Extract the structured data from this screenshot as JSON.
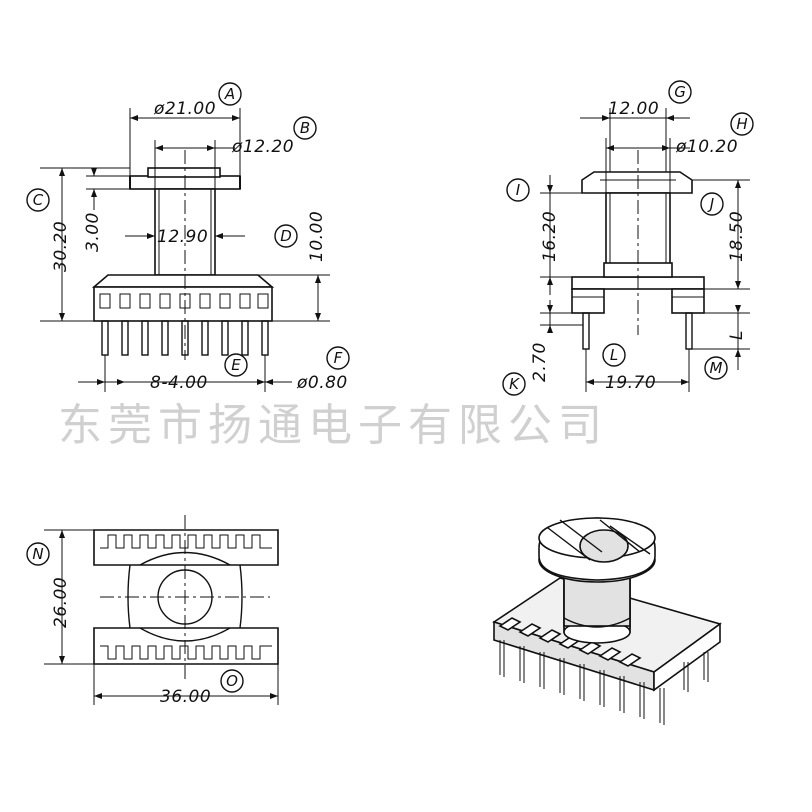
{
  "watermark": "东莞市扬通电子有限公司",
  "callouts": {
    "A": "A",
    "B": "B",
    "C": "C",
    "D": "D",
    "E": "E",
    "F": "F",
    "G": "G",
    "H": "H",
    "I": "I",
    "J": "J",
    "K": "K",
    "L": "L",
    "M": "M",
    "N": "N",
    "O": "O"
  },
  "front_view": {
    "flange_diameter": "ø21.00",
    "bore_diameter": "ø12.20",
    "total_height": "30.20",
    "flange_thickness": "3.00",
    "core_width": "12.90",
    "base_height": "10.00",
    "pin_pitch": "8-4.00",
    "pin_diameter": "ø0.80"
  },
  "side_view": {
    "top_width": "12.00",
    "bore_diameter": "ø10.20",
    "winding_height": "16.20",
    "height_to_base": "18.50",
    "pin_offset": "2.70",
    "pin_span": "19.70",
    "pin_length_label": "L"
  },
  "bottom_view": {
    "depth": "26.00",
    "width": "36.00"
  },
  "isometric_view": {}
}
